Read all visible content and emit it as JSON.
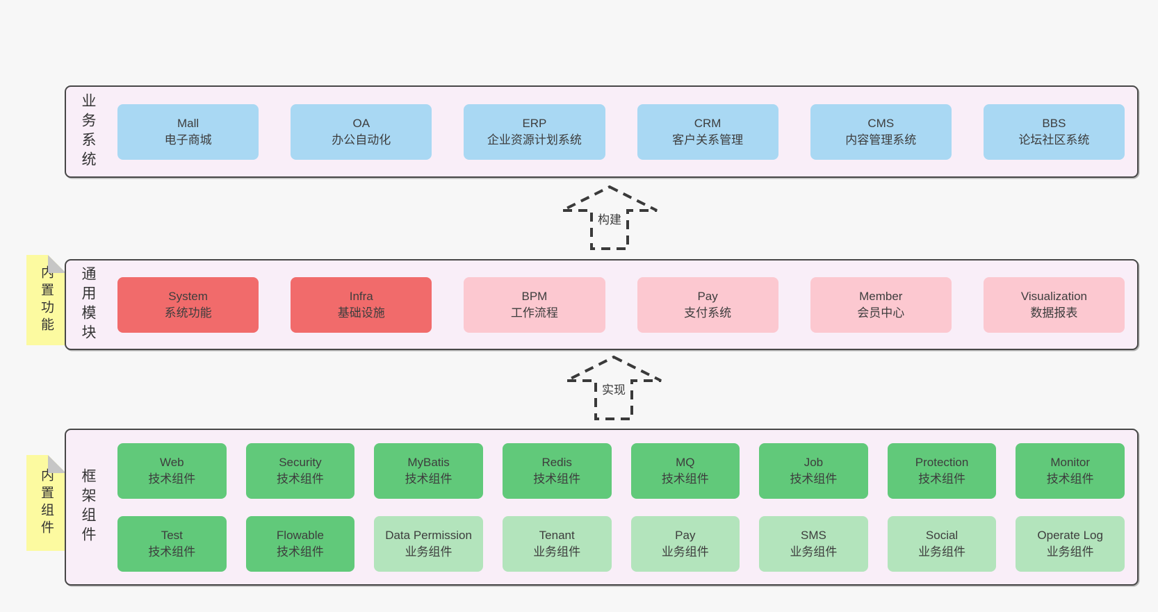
{
  "colors": {
    "page_bg": "#f7f7f7",
    "band_bg": "#f9eef8",
    "band_border": "#474747",
    "box_blue": "#a9d8f3",
    "box_red": "#f16b6b",
    "box_pink": "#fcc8d0",
    "box_green": "#61c97a",
    "box_green_light": "#b3e4bc",
    "note_yellow": "#fcfaa0",
    "note_fold": "#c6c6c6",
    "text": "#3d3d3d"
  },
  "arrows": [
    {
      "label": "构建"
    },
    {
      "label": "实现"
    }
  ],
  "bands": [
    {
      "label": "业务系统",
      "boxes": [
        {
          "en": "Mall",
          "zh": "电子商城"
        },
        {
          "en": "OA",
          "zh": "办公自动化"
        },
        {
          "en": "ERP",
          "zh": "企业资源计划系统"
        },
        {
          "en": "CRM",
          "zh": "客户关系管理"
        },
        {
          "en": "CMS",
          "zh": "内容管理系统"
        },
        {
          "en": "BBS",
          "zh": "论坛社区系统"
        }
      ]
    },
    {
      "label": "通用模块",
      "note": "内置功能",
      "boxes": [
        {
          "en": "System",
          "zh": "系统功能"
        },
        {
          "en": "Infra",
          "zh": "基础设施"
        },
        {
          "en": "BPM",
          "zh": "工作流程"
        },
        {
          "en": "Pay",
          "zh": "支付系统"
        },
        {
          "en": "Member",
          "zh": "会员中心"
        },
        {
          "en": "Visualization",
          "zh": "数据报表"
        }
      ]
    },
    {
      "label": "框架组件",
      "note": "内置组件",
      "rows": [
        [
          {
            "en": "Web",
            "zh": "技术组件"
          },
          {
            "en": "Security",
            "zh": "技术组件"
          },
          {
            "en": "MyBatis",
            "zh": "技术组件"
          },
          {
            "en": "Redis",
            "zh": "技术组件"
          },
          {
            "en": "MQ",
            "zh": "技术组件"
          },
          {
            "en": "Job",
            "zh": "技术组件"
          },
          {
            "en": "Protection",
            "zh": "技术组件"
          },
          {
            "en": "Monitor",
            "zh": "技术组件"
          }
        ],
        [
          {
            "en": "Test",
            "zh": "技术组件"
          },
          {
            "en": "Flowable",
            "zh": "技术组件"
          },
          {
            "en": "Data Permission",
            "zh": "业务组件"
          },
          {
            "en": "Tenant",
            "zh": "业务组件"
          },
          {
            "en": "Pay",
            "zh": "业务组件"
          },
          {
            "en": "SMS",
            "zh": "业务组件"
          },
          {
            "en": "Social",
            "zh": "业务组件"
          },
          {
            "en": "Operate Log",
            "zh": "业务组件"
          }
        ]
      ]
    }
  ]
}
